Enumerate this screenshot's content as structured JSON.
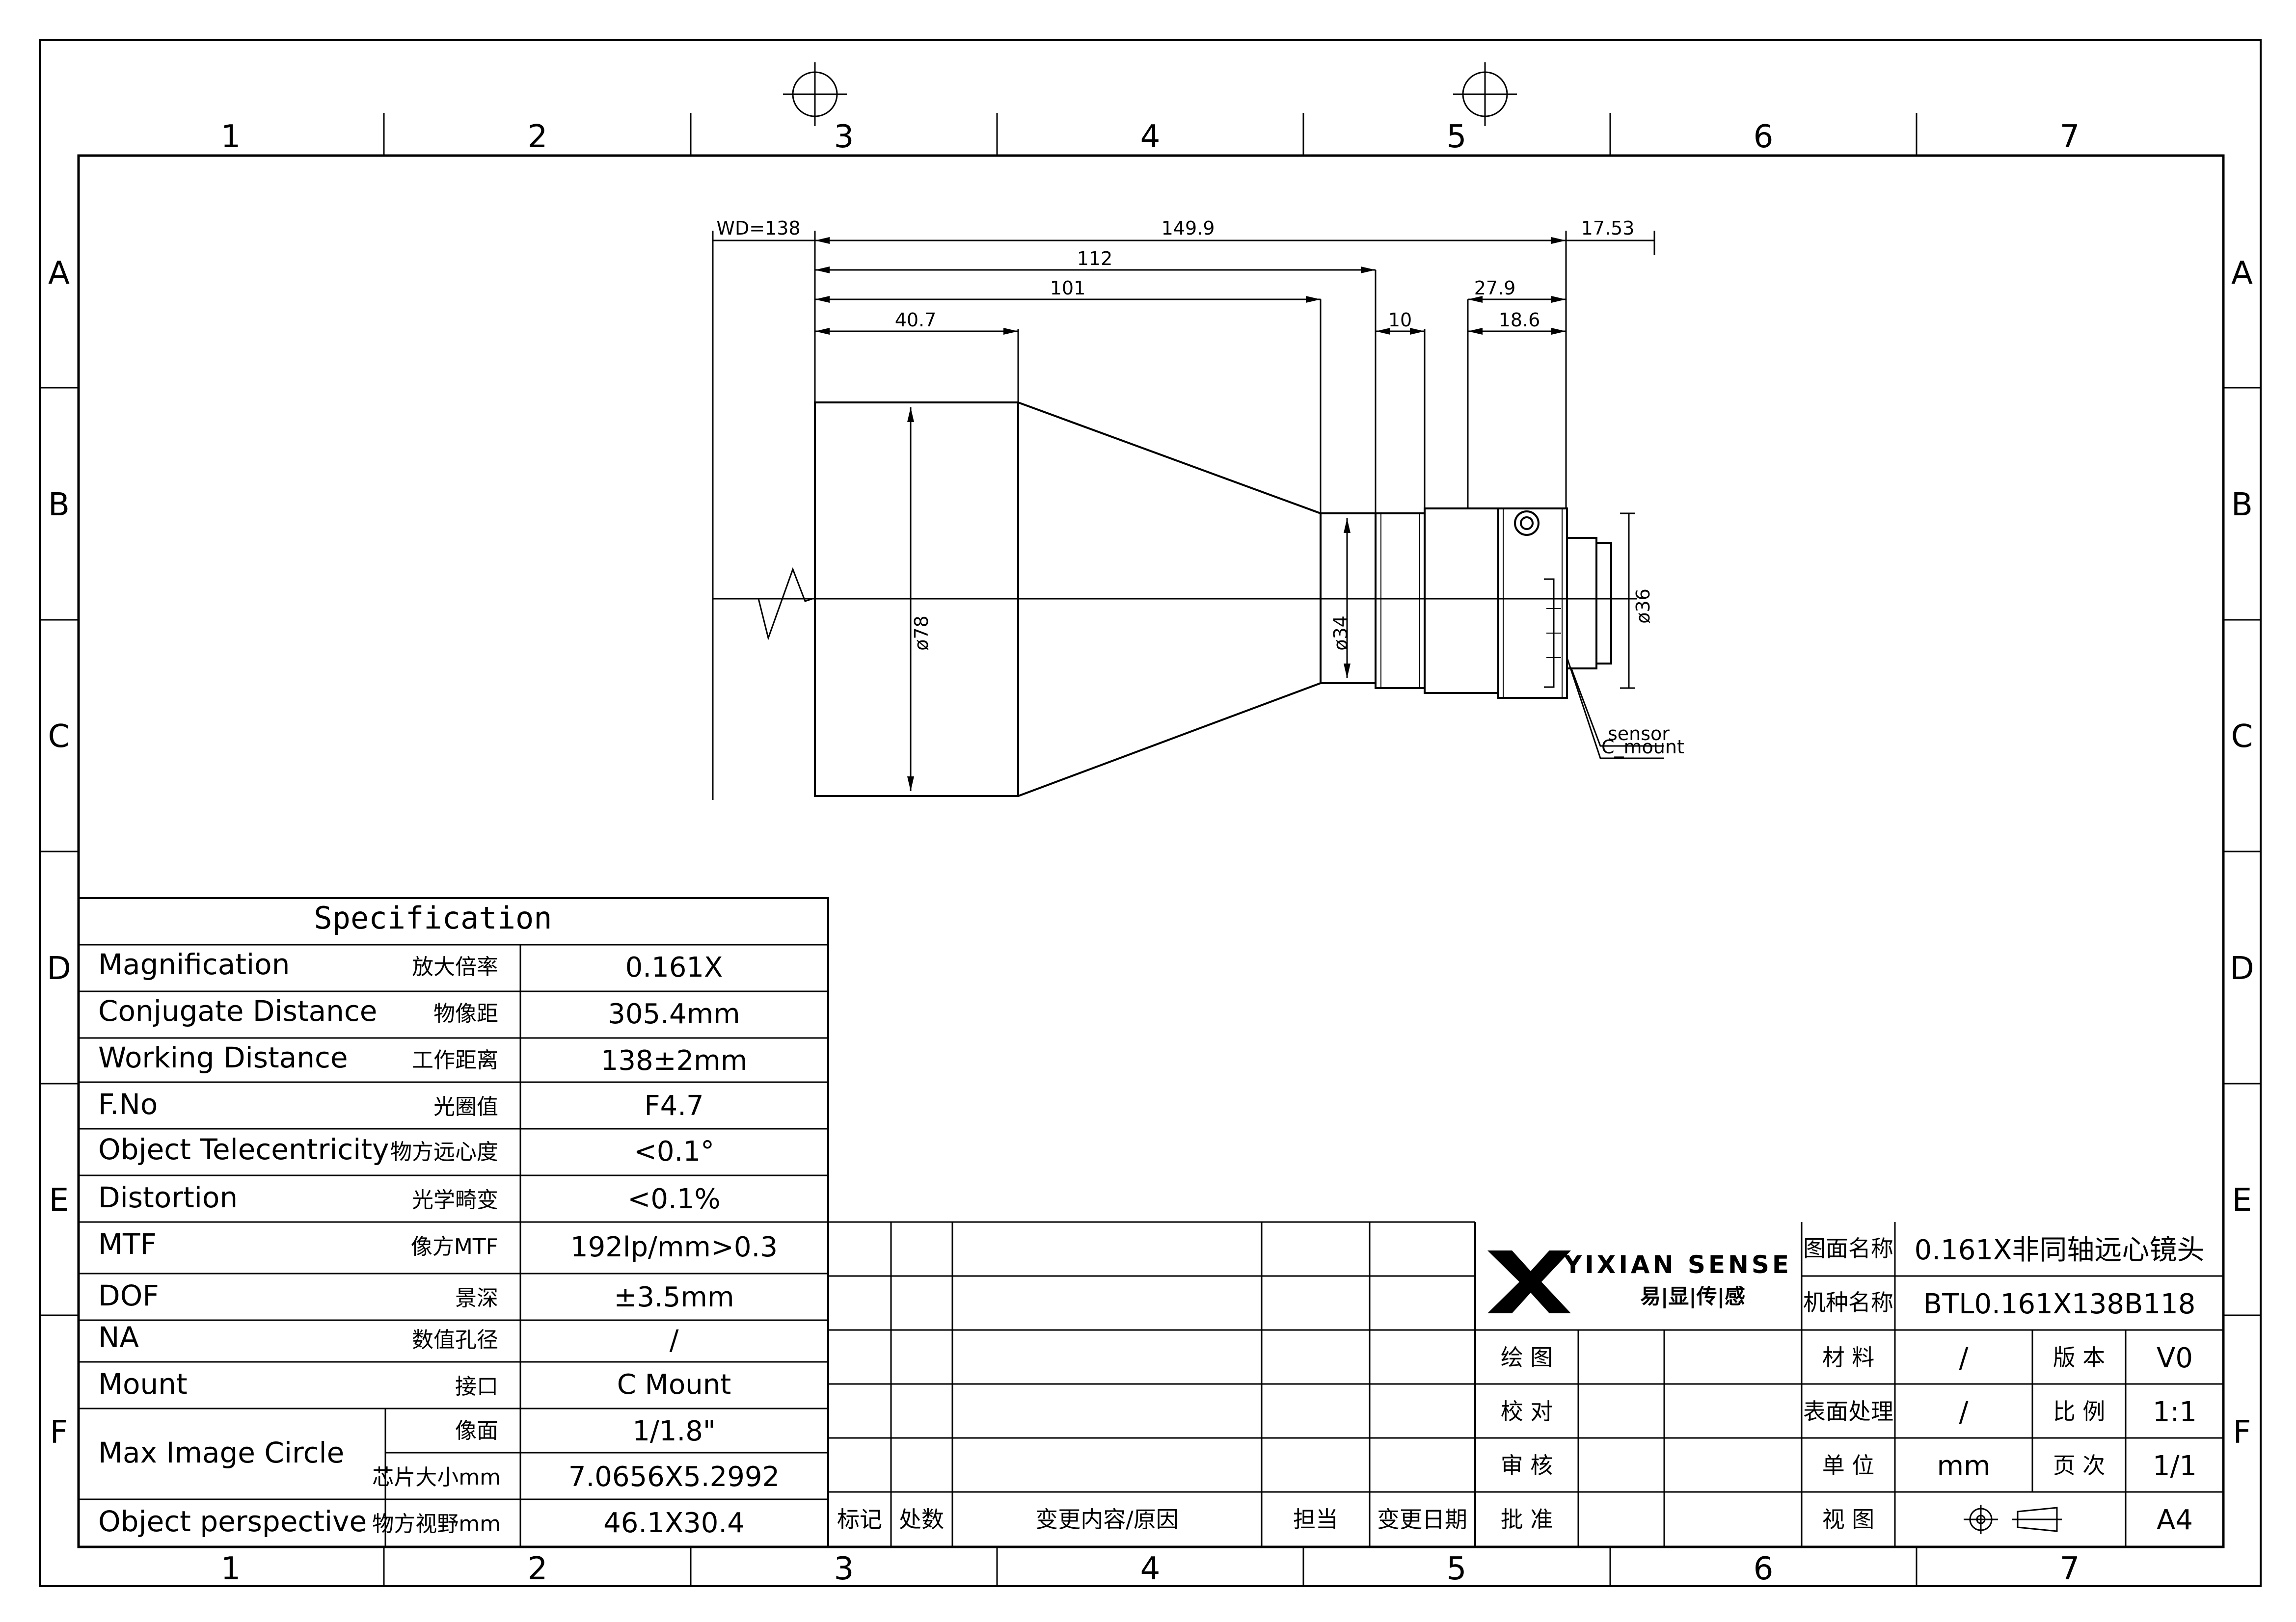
{
  "grid": {
    "columns": [
      "1",
      "2",
      "3",
      "4",
      "5",
      "6",
      "7"
    ],
    "rows": [
      "A",
      "B",
      "C",
      "D",
      "E",
      "F"
    ]
  },
  "dimensions": {
    "wd": "WD=138",
    "total": "149.9",
    "d112": "112",
    "d101": "101",
    "d40_7": "40.7",
    "d10": "10",
    "d27_9": "27.9",
    "d18_6": "18.6",
    "d17_53": "17.53",
    "dia78": "ø78",
    "dia34": "ø34",
    "dia36": "ø36",
    "sensor": "sensor",
    "cmount": "C_mount"
  },
  "spec": {
    "title": "Specification",
    "rows": [
      {
        "en": "Magnification",
        "cn": "放大倍率",
        "value": "0.161X"
      },
      {
        "en": "Conjugate Distance",
        "cn": "物像距",
        "value": "305.4mm"
      },
      {
        "en": "Working Distance",
        "cn": "工作距离",
        "value": "138±2mm"
      },
      {
        "en": "F.No",
        "cn": "光圈值",
        "value": "F4.7"
      },
      {
        "en": "Object Telecentricity",
        "cn": "物方远心度",
        "value": "<0.1°"
      },
      {
        "en": "Distortion",
        "cn": "光学畸变",
        "value": "<0.1%"
      },
      {
        "en": "MTF",
        "cn": "像方MTF",
        "value": "192lp/mm>0.3"
      },
      {
        "en": "DOF",
        "cn": "景深",
        "value": "±3.5mm"
      },
      {
        "en": "NA",
        "cn": "数值孔径",
        "value": "/"
      },
      {
        "en": "Mount",
        "cn": "接口",
        "value": "C Mount"
      }
    ],
    "image_circle": {
      "en": "Max Image Circle",
      "sub": [
        {
          "cn": "像面",
          "value": "1/1.8\""
        },
        {
          "cn": "芯片大小mm",
          "value": "7.0656X5.2992"
        }
      ]
    },
    "perspective": {
      "en": "Object perspective",
      "cn": "物方视野mm",
      "value": "46.1X30.4"
    }
  },
  "revision": {
    "headers": [
      "标记",
      "处数",
      "变更内容/原因",
      "担当",
      "变更日期"
    ]
  },
  "company": {
    "name": "YIXIAN SENSE",
    "name_cn": "易|显|传|感"
  },
  "approvals": [
    "绘 图",
    "校 对",
    "审 核",
    "批 准"
  ],
  "titleblock": {
    "drawing_name_label": "图面名称",
    "drawing_name": "0.161X非同轴远心镜头",
    "model_label": "机种名称",
    "model": "BTL0.161X138B118",
    "material_label": "材 料",
    "material": "/",
    "version_label": "版 本",
    "version": "V0",
    "surface_label": "表面处理",
    "surface": "/",
    "scale_label": "比 例",
    "scale": "1:1",
    "unit_label": "单 位",
    "unit": "mm",
    "page_label": "页 次",
    "page": "1/1",
    "view_label": "视 图",
    "size": "A4"
  }
}
